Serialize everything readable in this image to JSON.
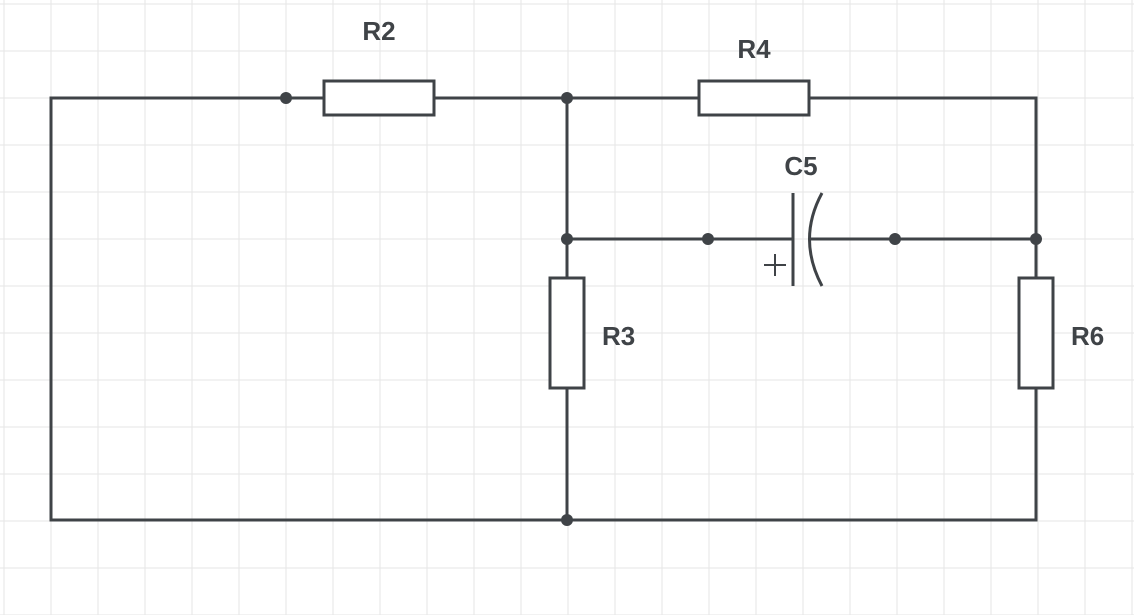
{
  "colors": {
    "stroke": "#3f4347",
    "grid": "#e6e6e6",
    "background": "#ffffff"
  },
  "components": {
    "r2": {
      "label": "R2"
    },
    "r3": {
      "label": "R3"
    },
    "r4": {
      "label": "R4"
    },
    "r6": {
      "label": "R6"
    },
    "c5": {
      "label": "C5",
      "polarity": "+"
    }
  }
}
